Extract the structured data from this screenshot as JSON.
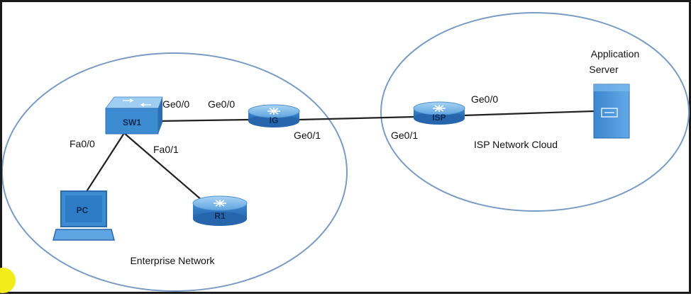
{
  "networks": {
    "enterprise": {
      "label": "Enterprise Network"
    },
    "isp_cloud": {
      "label": "ISP Network Cloud"
    }
  },
  "devices": {
    "sw1": {
      "label": "SW1"
    },
    "ig": {
      "label": "IG"
    },
    "isp": {
      "label": "ISP"
    },
    "pc": {
      "label": "PC"
    },
    "r1": {
      "label": "R1"
    },
    "server": {
      "label_line1": "Application",
      "label_line2": "Server"
    }
  },
  "interfaces": {
    "sw1_to_ig": "Ge0/0",
    "ig_to_sw1": "Ge0/0",
    "ig_to_isp": "Ge0/1",
    "isp_to_ig": "Ge0/1",
    "isp_to_server": "Ge0/0",
    "sw1_to_pc": "Fa0/0",
    "sw1_to_r1": "Fa0/1"
  },
  "colors": {
    "device_blue": "#3d8bd0",
    "device_light": "#8fc3ee",
    "outline": "#7a9bc4",
    "link": "#222222"
  }
}
